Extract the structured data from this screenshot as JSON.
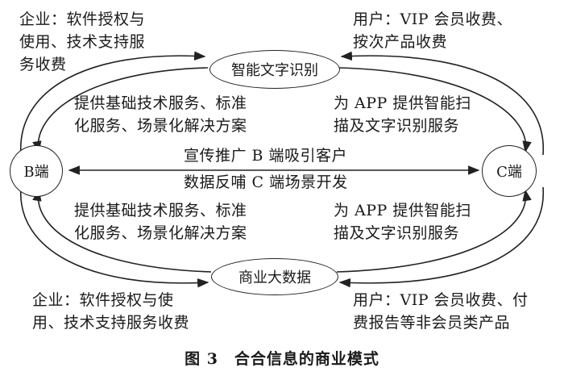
{
  "nodes": {
    "top": "智能文字识别",
    "bottom": "商业大数据",
    "left": "B端",
    "right": "C端"
  },
  "labels": {
    "top_left_1": "企业：软件授权与",
    "top_left_2": "使用、技术支持服",
    "top_left_3": "务收费",
    "top_right_1": "用户：VIP 会员收费、",
    "top_right_2": "按次产品收费",
    "inner_top_left_1": "提供基础技术服务、标准",
    "inner_top_left_2": "化服务、场景化解决方案",
    "inner_top_right_1": "为 APP 提供智能扫",
    "inner_top_right_2": "描及文字识别服务",
    "mid_top": "宣传推广 B 端吸引客户",
    "mid_bottom": "数据反哺 C 端场景开发",
    "inner_bottom_left_1": "提供基础技术服务、标准",
    "inner_bottom_left_2": "化服务、场景化解决方案",
    "inner_bottom_right_1": "为 APP 提供智能扫",
    "inner_bottom_right_2": "描及文字识别服务",
    "bottom_left_1": "企业：软件授权与使",
    "bottom_left_2": "用、技术支持服务收费",
    "bottom_right_1": "用户：VIP 会员收费、付",
    "bottom_right_2": "费报告等非会员类产品"
  },
  "caption": "图 3　合合信息的商业模式"
}
